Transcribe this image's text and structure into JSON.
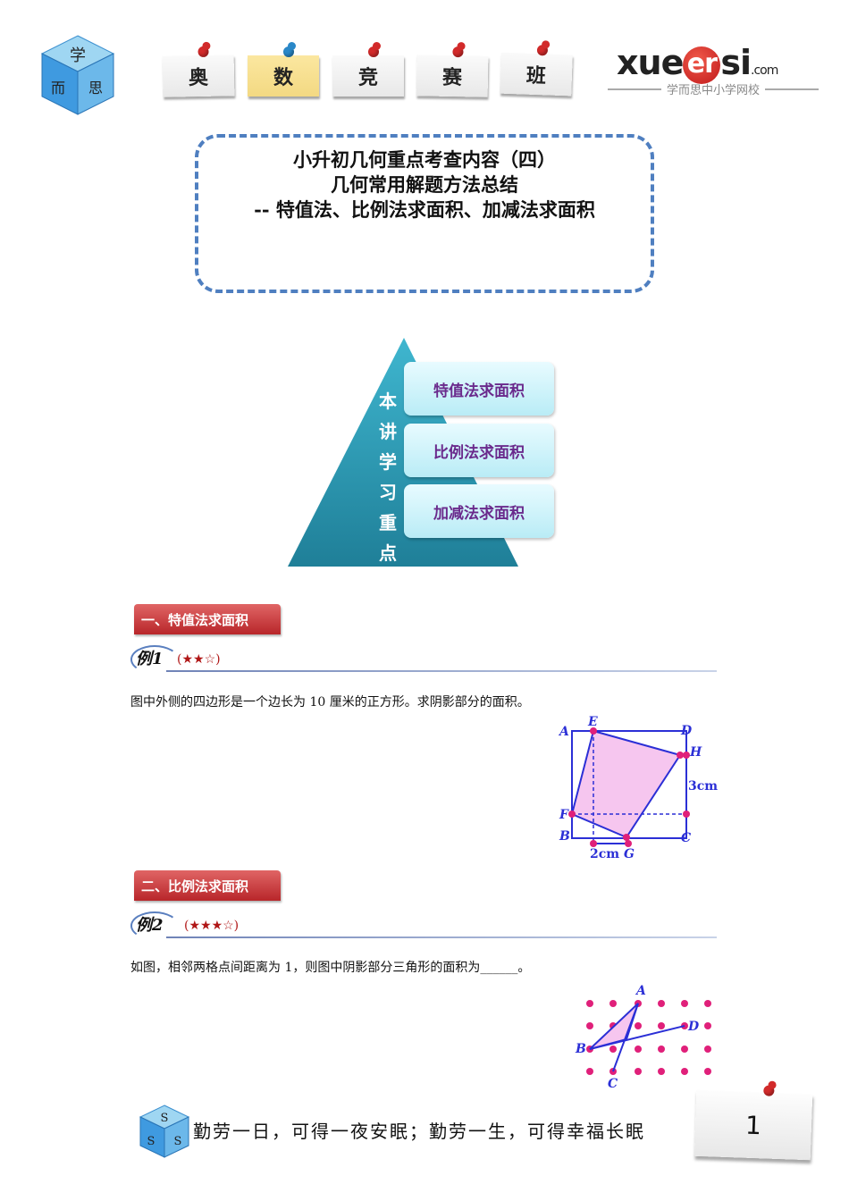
{
  "header": {
    "cube_logo_chars": [
      "学",
      "而",
      "思"
    ],
    "notes": [
      {
        "label": "奥",
        "color": "white",
        "pin": "#d22a2a"
      },
      {
        "label": "数",
        "color": "yellow",
        "pin": "#2a88c8"
      },
      {
        "label": "竞",
        "color": "white",
        "pin": "#d22a2a"
      },
      {
        "label": "赛",
        "color": "white",
        "pin": "#d22a2a"
      },
      {
        "label": "班",
        "color": "white",
        "pin": "#d22a2a"
      }
    ],
    "brand": {
      "pre": "xue",
      "circle": "er",
      "post": "si",
      "tld": ".com",
      "subtitle": "学而思中小学网校"
    }
  },
  "title": {
    "line1": "小升初几何重点考查内容（四）",
    "line2": "几何常用解题方法总结",
    "line3": "-- 特值法、比例法求面积、加减法求面积"
  },
  "pyramid": {
    "vertical_label": [
      "本",
      "讲",
      "学",
      "习",
      "重",
      "点"
    ],
    "items": [
      "特值法求面积",
      "比例法求面积",
      "加减法求面积"
    ]
  },
  "sections": [
    {
      "header": "一、特值法求面积",
      "example_label": "例1",
      "difficulty": "(★★☆)",
      "question": "图中外侧的四边形是一个边长为 10 厘米的正方形。求阴影部分的面积。",
      "figure": {
        "labels": [
          "A",
          "E",
          "D",
          "H",
          "3cm",
          "F",
          "B",
          "C",
          "2cm",
          "G"
        ]
      }
    },
    {
      "header": "二、比例法求面积",
      "example_label": "例2",
      "difficulty": "(★★★☆)",
      "question": "如图，相邻两格点间距离为 1，则图中阴影部分三角形的面积为______。",
      "figure": {
        "labels": [
          "A",
          "B",
          "C",
          "D"
        ]
      }
    }
  ],
  "footer": {
    "cube_chars": [
      "S",
      "S",
      "S"
    ],
    "motto": "勤劳一日，可得一夜安眠；勤劳一生，可得幸福长眠",
    "page_number": "1"
  },
  "colors": {
    "accent_blue": "#4f7fc0",
    "section_red": "#c0292d",
    "figure_blue": "#2b2fd6",
    "shade_pink": "#f6c6ef",
    "dot_magenta": "#e0207a"
  }
}
